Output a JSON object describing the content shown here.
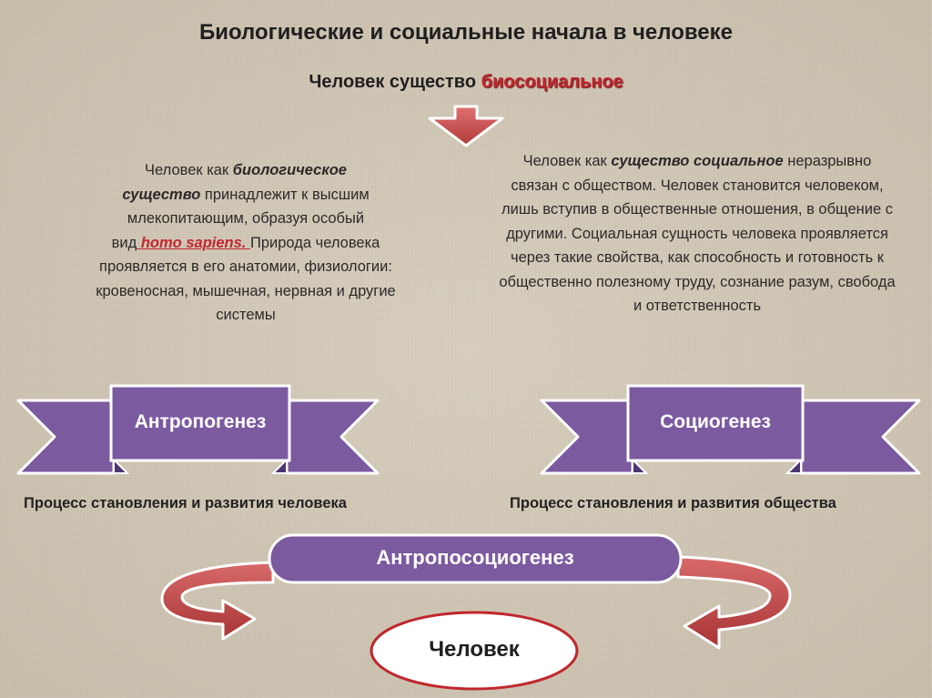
{
  "title": "Биологические и социальные начала в человеке",
  "subtitle": {
    "prefix": "Человек  существо",
    "accent": "биосоциальное"
  },
  "left_block": {
    "line1": "Человек как",
    "bold1": "биологическое",
    "bold2": "существо",
    "line2_rest": "принадлежит к высшим",
    "line3": "млекопитающим, образуя особый",
    "vid": "вид",
    "species": " homo sapiens. ",
    "priroda": "Природа",
    "rest": "человека проявляется  в его анатомии, физиологии: кровеносная, мышечная, нервная и другие системы"
  },
  "right_block": {
    "prefix": "Человек как",
    "bold": "существо социальное",
    "rest": "неразрывно связан с обществом. Человек становится человеком, лишь вступив в общественные отношения, в общение с другими. Социальная сущность человека проявляется  через такие свойства, как способность и готовность  к общественно полезному труду, сознание разум, свобода и ответственность"
  },
  "ribbon_left": {
    "label": "Антропогенез"
  },
  "ribbon_right": {
    "label": "Социогенез"
  },
  "caption_left": "Процесс становления и развития человека",
  "caption_right": "Процесс становления и развития общества",
  "pill": {
    "label": "Антропосоциогенез"
  },
  "person": {
    "label": "Человек"
  },
  "colors": {
    "ribbon": "#7b5aa0",
    "arrow": "#c85050",
    "accent_text": "#c0272d"
  }
}
